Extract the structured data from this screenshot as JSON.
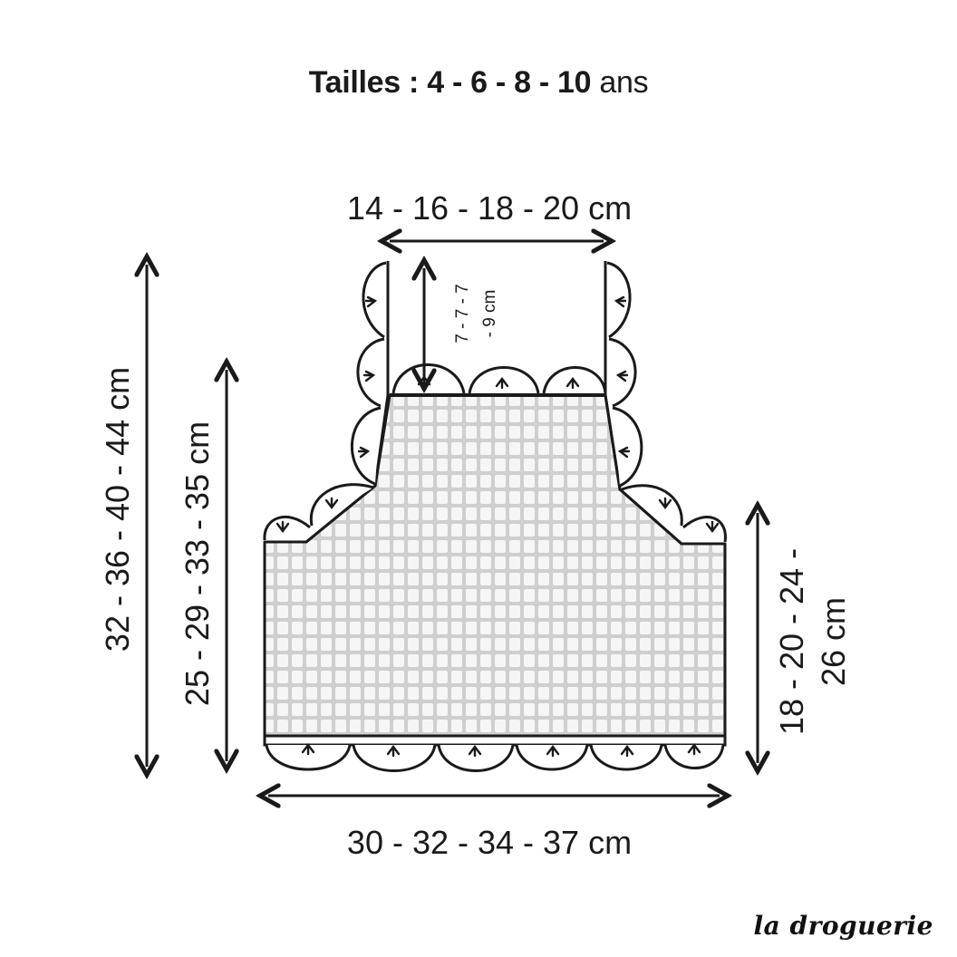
{
  "title": {
    "label": "Tailles :",
    "sizes": "4 - 6 - 8 - 10",
    "unit": "ans"
  },
  "dimensions": {
    "top_width": "14 - 16 - 18 - 20 cm",
    "strap_height_line1": "7 - 7 - 7",
    "strap_height_line2": "- 9 cm",
    "total_height": "32 - 36 - 40 - 44 cm",
    "bib_height": "25 - 29 - 33 - 35 cm",
    "side_height_line1": "18 - 20 - 24 -",
    "side_height_line2": "26 cm",
    "bottom_width": "30 - 32 - 34 - 37 cm"
  },
  "brand": "la droguerie",
  "colors": {
    "ink": "#1a1a1a",
    "mesh": "#d8d8d8",
    "mesh_cell": "#f4f4f4"
  }
}
